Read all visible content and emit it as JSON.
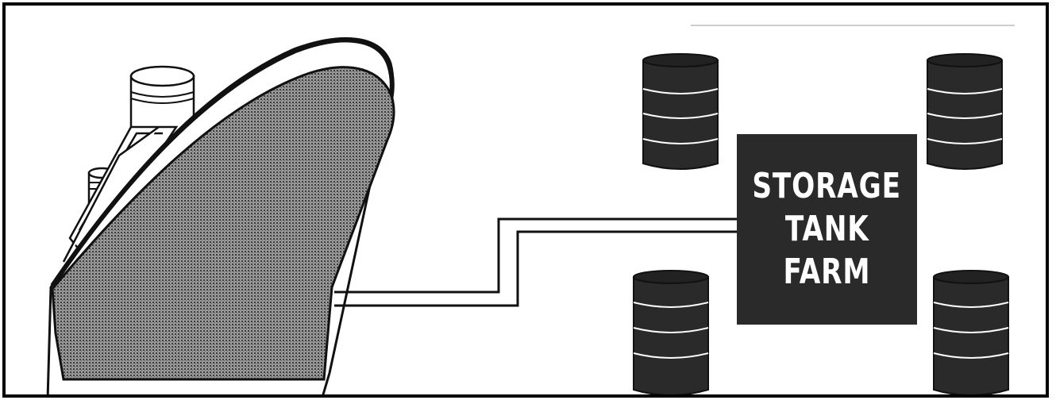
{
  "storage_label": {
    "line1": "STORAGE",
    "line2": "TANK",
    "line3": "FARM"
  },
  "colors": {
    "border": "#000000",
    "hull_fill": "#7a7a7a",
    "barrel_fill": "#2a2a2a",
    "farm_box_fill": "#2a2a2a",
    "label_text": "#ffffff"
  },
  "icons": [
    "ship-icon",
    "oil-barrel-icon",
    "pipeline-icon"
  ]
}
